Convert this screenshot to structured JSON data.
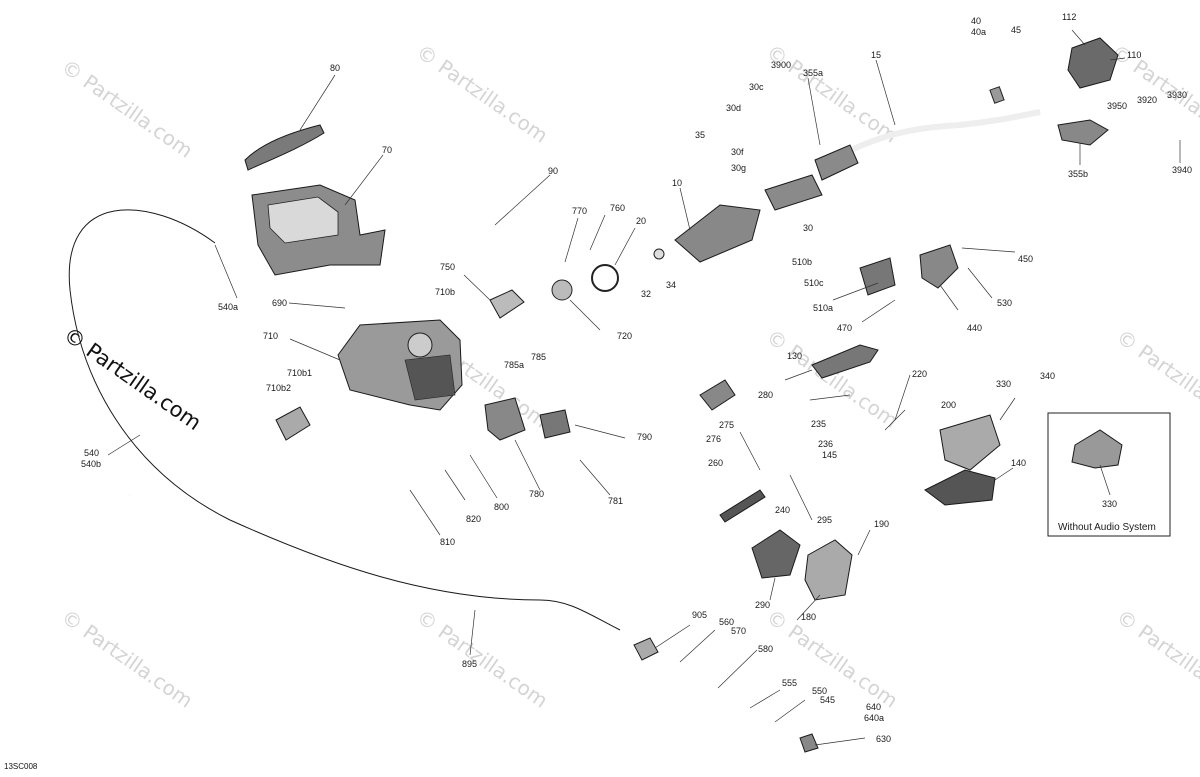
{
  "diagram_code": "13SC008",
  "watermark": "© Partzilla.com",
  "inset": {
    "caption": "Without Audio System",
    "part": "330"
  },
  "labels": {
    "l80": "80",
    "l70": "70",
    "l90": "90",
    "l10": "10",
    "l15": "15",
    "l20": "20",
    "l30": "30",
    "l30c": "30c",
    "l30d": "30d",
    "l30f": "30f",
    "l30g": "30g",
    "l32": "32",
    "l34": "34",
    "l35": "35",
    "l40": "40",
    "l40a": "40a",
    "l45": "45",
    "l110": "110",
    "l112": "112",
    "l130": "130",
    "l140": "140",
    "l145": "145",
    "l180": "180",
    "l190": "190",
    "l200": "200",
    "l220": "220",
    "l235": "235",
    "l236": "236",
    "l240": "240",
    "l260": "260",
    "l275": "275",
    "l276": "276",
    "l280": "280",
    "l290": "290",
    "l295": "295",
    "l330": "330",
    "l340": "340",
    "l355a": "355a",
    "l355b": "355b",
    "l3900": "3900",
    "l3920": "3920",
    "l3930": "3930",
    "l3940": "3940",
    "l3950": "3950",
    "l440": "440",
    "l450": "450",
    "l470": "470",
    "l510a": "510a",
    "l510b": "510b",
    "l510c": "510c",
    "l530": "530",
    "l540a": "540a",
    "l540": "540",
    "l540b": "540b",
    "l545": "545",
    "l550": "550",
    "l555": "555",
    "l560": "560",
    "l570": "570",
    "l580": "580",
    "l630": "630",
    "l640": "640",
    "l640a": "640a",
    "l690": "690",
    "l710": "710",
    "l710b": "710b",
    "l710b1": "710b1",
    "l710b2": "710b2",
    "l720": "720",
    "l750": "750",
    "l760": "760",
    "l770": "770",
    "l780": "780",
    "l781": "781",
    "l785": "785",
    "l785a": "785a",
    "l790": "790",
    "l800": "800",
    "l810": "810",
    "l820": "820",
    "l895": "895",
    "l905": "905"
  }
}
